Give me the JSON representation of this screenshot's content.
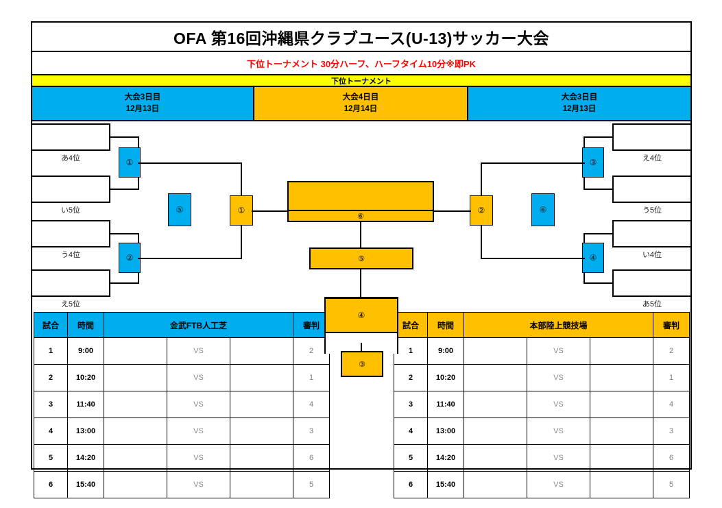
{
  "header": {
    "title": "OFA 第16回沖縄県クラブユース(U-13)サッカー大会",
    "subtitle": "下位トーナメント  30分ハーフ、ハーフタイム10分※即PK",
    "banner": "下位トーナメント"
  },
  "days": [
    {
      "name": "大会3日目",
      "date": "12月13日",
      "color": "#00AEEF"
    },
    {
      "name": "大会4日目",
      "date": "12月14日",
      "color": "#FFC000"
    },
    {
      "name": "大会3日目",
      "date": "12月13日",
      "color": "#00AEEF"
    }
  ],
  "bracket": {
    "left_seeds": [
      "あ4位",
      "い5位",
      "う4位",
      "え5位"
    ],
    "right_seeds": [
      "え4位",
      "う5位",
      "い4位",
      "あ5位"
    ],
    "left_badges": [
      "①",
      "⑤",
      "②"
    ],
    "left_semifinal_badge": "①",
    "right_badges": [
      "③",
      "⑥",
      "④"
    ],
    "right_semifinal_badge": "②",
    "center_badges": [
      "⑥",
      "⑤",
      "④",
      "③"
    ]
  },
  "tables": [
    {
      "venue": "金武FTB人工芝",
      "headers": {
        "no": "試合",
        "time": "時間",
        "referee": "審判"
      },
      "vs": "VS",
      "rows": [
        {
          "no": "1",
          "time": "9:00",
          "home": "",
          "away": "",
          "referee": "2"
        },
        {
          "no": "2",
          "time": "10:20",
          "home": "",
          "away": "",
          "referee": "1"
        },
        {
          "no": "3",
          "time": "11:40",
          "home": "",
          "away": "",
          "referee": "4"
        },
        {
          "no": "4",
          "time": "13:00",
          "home": "",
          "away": "",
          "referee": "3"
        },
        {
          "no": "5",
          "time": "14:20",
          "home": "",
          "away": "",
          "referee": "6"
        },
        {
          "no": "6",
          "time": "15:40",
          "home": "",
          "away": "",
          "referee": "5"
        }
      ]
    },
    {
      "venue": "本部陸上競技場",
      "headers": {
        "no": "試合",
        "time": "時間",
        "referee": "審判"
      },
      "vs": "VS",
      "rows": [
        {
          "no": "1",
          "time": "9:00",
          "home": "",
          "away": "",
          "referee": "2"
        },
        {
          "no": "2",
          "time": "10:20",
          "home": "",
          "away": "",
          "referee": "1"
        },
        {
          "no": "3",
          "time": "11:40",
          "home": "",
          "away": "",
          "referee": "4"
        },
        {
          "no": "4",
          "time": "13:00",
          "home": "",
          "away": "",
          "referee": "3"
        },
        {
          "no": "5",
          "time": "14:20",
          "home": "",
          "away": "",
          "referee": "6"
        },
        {
          "no": "6",
          "time": "15:40",
          "home": "",
          "away": "",
          "referee": "5"
        }
      ]
    }
  ],
  "colors": {
    "cyan": "#00AEEF",
    "orange": "#FFC000",
    "yellow": "#FFFF00",
    "red": "#FF0000"
  }
}
